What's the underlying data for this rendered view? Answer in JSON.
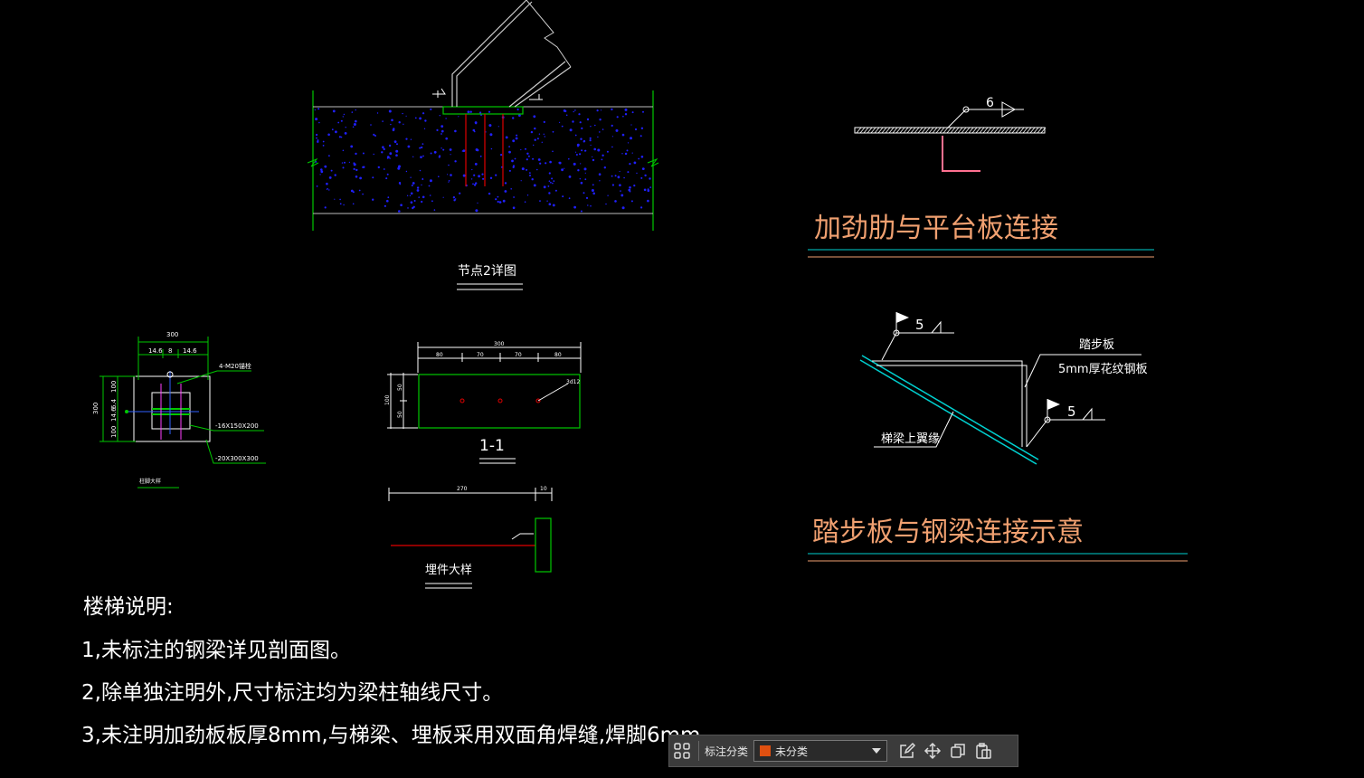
{
  "colors": {
    "background": "#000000",
    "line_white": "#ffffff",
    "line_green": "#00c800",
    "line_red": "#e00000",
    "line_cyan": "#00d0d0",
    "line_pink": "#ff7090",
    "title_orange": "#f0a070",
    "concrete_blue": "#2020ff",
    "swatch": "#e05010"
  },
  "node2": {
    "title": "节点2详图"
  },
  "baseplate": {
    "dim_top_total": "300",
    "dim_top_parts": [
      "14.6",
      "8",
      "14.6"
    ],
    "dim_left_total": "300",
    "dim_left_parts": [
      "100",
      "6.4",
      "14.6",
      "100"
    ],
    "callout_anchor": "4-M20锚栓",
    "callout_rib": "-16X150X200",
    "callout_plate": "-20X300X300",
    "title": "柱脚大样"
  },
  "section11": {
    "dim_top_total": "300",
    "dim_top_parts": [
      "80",
      "70",
      "70",
      "80"
    ],
    "dim_left_total": "100",
    "dim_left_parts": [
      "50",
      "50"
    ],
    "callout": "3d12",
    "title": "1-1"
  },
  "embed": {
    "dim_main": "270",
    "dim_end": "10",
    "title": "埋件大样"
  },
  "rib_detail": {
    "weld_size": "6",
    "title": "加劲肋与平台板连接"
  },
  "step_detail": {
    "weld_size_top": "5",
    "weld_size_bottom": "5",
    "label_step": "踏步板",
    "label_plate": "5mm厚花纹钢板",
    "label_beam": "梯梁上翼缘",
    "title": "踏步板与钢梁连接示意"
  },
  "notes": {
    "heading": "楼梯说明:",
    "items": [
      "1,未标注的钢梁详见剖面图。",
      "2,除单独注明外,尺寸标注均为梁柱轴线尺寸。",
      "3,未注明加劲板板厚8mm,与梯梁、埋板采用双面角焊缝,焊脚6mm。"
    ]
  },
  "toolbar": {
    "label": "标注分类",
    "selected": "未分类",
    "icons": [
      "grid-icon",
      "edit-icon",
      "move-icon",
      "copy-icon",
      "paste-icon"
    ]
  }
}
